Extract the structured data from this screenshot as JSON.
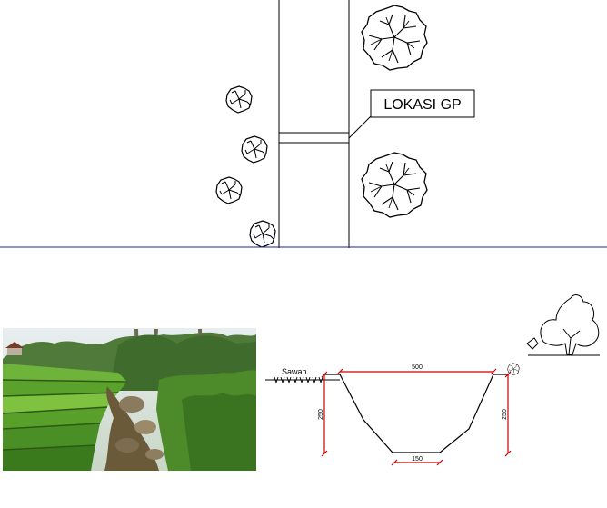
{
  "plan": {
    "callout_label": "LOKASI GP"
  },
  "section": {
    "field_label": "Sawah",
    "dim_top": "500",
    "dim_bottom": "150",
    "dim_left": "250",
    "dim_right": "250"
  },
  "colors": {
    "line": "#000000",
    "divider": "#1f1fa8",
    "dimension": "#cc0000"
  }
}
